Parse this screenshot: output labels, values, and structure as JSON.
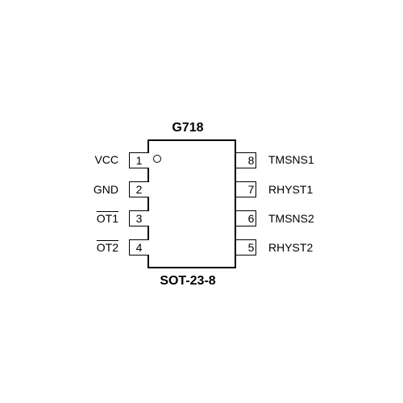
{
  "chip": {
    "name": "G718",
    "package": "SOT-23-8"
  },
  "pins": {
    "p1": {
      "number": "1",
      "label": "VCC"
    },
    "p2": {
      "number": "2",
      "label": "GND"
    },
    "p3": {
      "number": "3",
      "label": "OT1",
      "active_low": true
    },
    "p4": {
      "number": "4",
      "label": "OT2",
      "active_low": true
    },
    "p5": {
      "number": "5",
      "label": "RHYST2"
    },
    "p6": {
      "number": "6",
      "label": "TMSNS2"
    },
    "p7": {
      "number": "7",
      "label": "RHYST1"
    },
    "p8": {
      "number": "8",
      "label": "TMSNS1"
    }
  }
}
